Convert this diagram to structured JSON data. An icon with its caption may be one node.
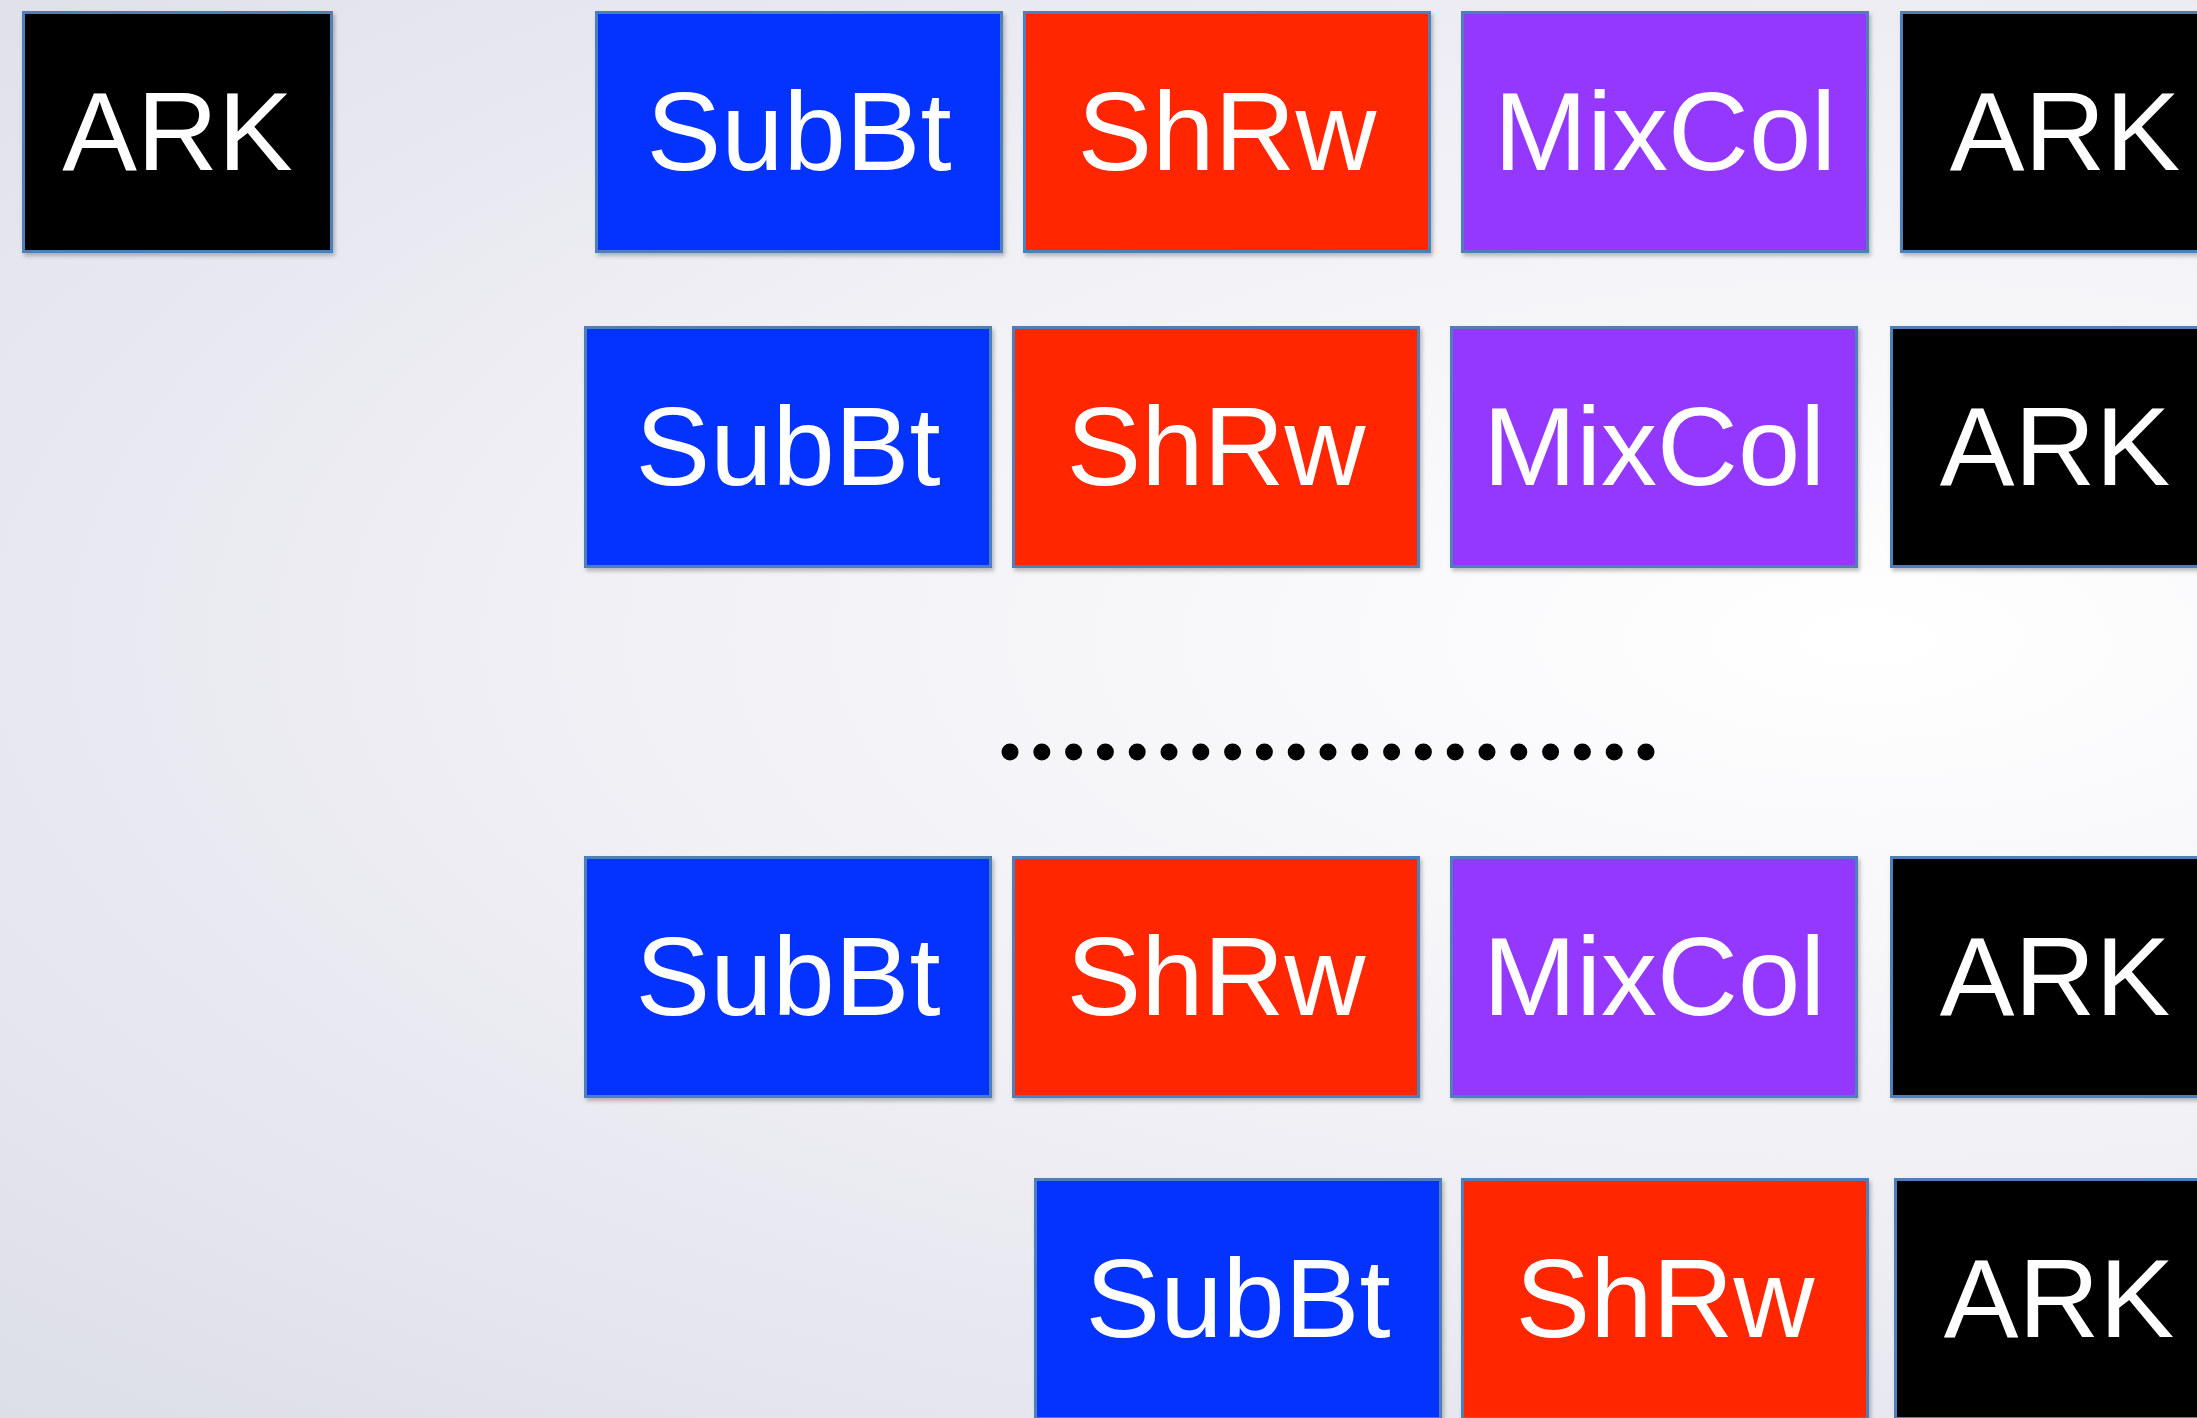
{
  "diagram": {
    "nodes": [
      {
        "text": [
          "ARK"
        ]
      },
      {
        "text": [
          "SubBt"
        ]
      },
      {
        "text": [
          "ShRw"
        ]
      },
      {
        "text": [
          "MixCol"
        ]
      },
      {
        "text": [
          "ARK"
        ]
      },
      {
        "text": [
          "SubBt"
        ]
      },
      {
        "text": [
          "ShRw"
        ]
      },
      {
        "text": [
          "MixCol"
        ]
      },
      {
        "text": [
          "ARK"
        ]
      },
      {
        "text": [
          "SubBt"
        ]
      },
      {
        "text": [
          "ShRw"
        ]
      },
      {
        "text": [
          "MixCol"
        ]
      },
      {
        "text": [
          "ARK"
        ]
      },
      {
        "text": [
          "SubBt"
        ]
      },
      {
        "text": [
          "ShRw"
        ]
      },
      {
        "text": [
          "ARK"
        ]
      }
    ]
  }
}
